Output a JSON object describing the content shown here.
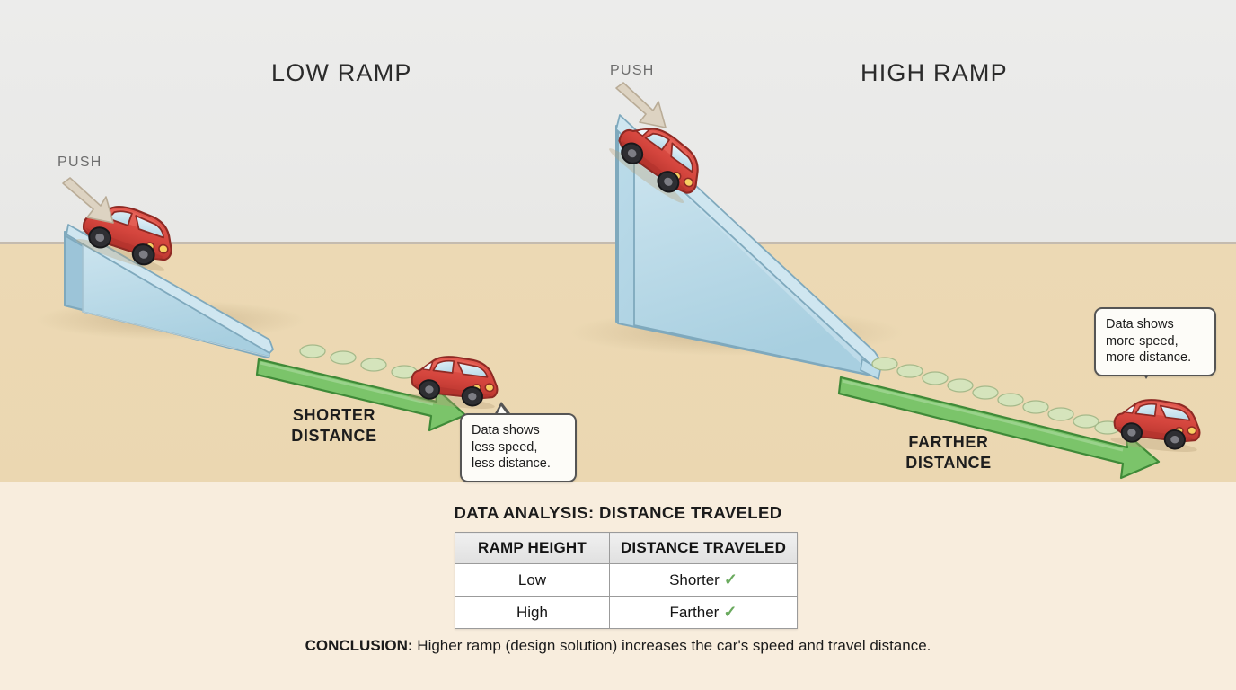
{
  "scene": {
    "left": {
      "title": "LOW RAMP",
      "push_label": "PUSH",
      "push_icon": "push-arrow-icon",
      "ramp_icon": "low-ramp-icon",
      "car_icon": "red-car-icon",
      "rolling_car_icon": "red-car-rolling-icon",
      "distance_arrow_icon": "green-distance-arrow-icon",
      "distance_label": "SHORTER\nDISTANCE",
      "trail_dot_count": 5,
      "bubble": "Data shows\nless speed,\nless distance."
    },
    "right": {
      "title": "HIGH RAMP",
      "push_label": "PUSH",
      "push_icon": "push-arrow-icon",
      "ramp_icon": "high-ramp-icon",
      "car_icon": "red-car-icon",
      "rolling_car_icon": "red-car-rolling-icon",
      "distance_arrow_icon": "green-distance-arrow-icon",
      "distance_label": "FARTHER\nDISTANCE",
      "trail_dot_count": 10,
      "speed_lines_icon": "motion-speed-lines-icon",
      "bubble": "Data shows\nmore speed,\nmore distance."
    }
  },
  "panel": {
    "title": "DATA ANALYSIS: DISTANCE TRAVELED",
    "table": {
      "headers": [
        "RAMP HEIGHT",
        "DISTANCE TRAVELED"
      ],
      "rows": [
        {
          "height": "Low",
          "distance": "Shorter",
          "check": "✓"
        },
        {
          "height": "High",
          "distance": "Farther",
          "check": "✓"
        }
      ]
    },
    "conclusion_label": "CONCLUSION:",
    "conclusion_text": " Higher ramp (design solution) increases the car's speed and travel distance."
  },
  "colors": {
    "sky": "#e9e9e7",
    "ground": "#ecd9b4",
    "panel": "#f8eddd",
    "ramp_face": "#bcdcea",
    "ramp_side": "#a7cfe2",
    "ramp_edge": "#8fb8cc",
    "car_body": "#d94a42",
    "car_shade": "#b8382f",
    "arrow_green": "#7bc46a",
    "arrow_green_edge": "#3f8a38",
    "push_arrow": "#ddd3c2",
    "check_green": "#6aaa5e",
    "text_dark": "#1d1d1d"
  },
  "chart_data": {
    "type": "table",
    "title": "DATA ANALYSIS: DISTANCE TRAVELED",
    "categories": [
      "Low",
      "High"
    ],
    "xlabel": "RAMP HEIGHT",
    "ylabel": "DISTANCE TRAVELED",
    "values": [
      "Shorter",
      "Farther"
    ],
    "series": [
      {
        "name": "DISTANCE TRAVELED",
        "values": [
          "Shorter",
          "Farther"
        ]
      }
    ],
    "annotations": [
      "Data shows less speed, less distance.",
      "Data shows more speed, more distance."
    ]
  }
}
